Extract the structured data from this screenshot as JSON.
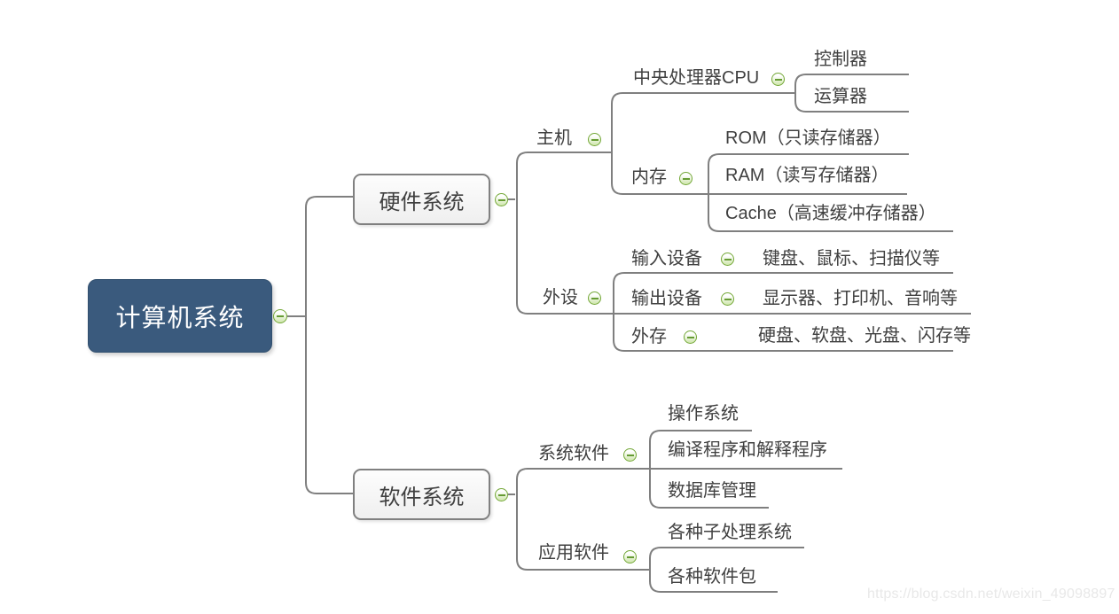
{
  "diagram_type": "mindmap",
  "watermark": "https://blog.csdn.net/weixin_49098897",
  "colors": {
    "background": "#ffffff",
    "root_fill": "#3a5a7d",
    "root_text": "#ffffff",
    "level1_fill": "#f5f5f5",
    "node_border": "#808080",
    "connector_line": "#7f7f7f",
    "text": "#404040",
    "collapse_border": "#74a838",
    "collapse_fill": "#cfe6ac",
    "collapse_glyph": "#659b33",
    "watermark_text": "#e8e8e8"
  },
  "icons": {
    "collapse": "minus-circle ⊖"
  },
  "tree": {
    "label": "计算机系统",
    "children": [
      {
        "label": "硬件系统",
        "children": [
          {
            "label": "主机",
            "children": [
              {
                "label": "中央处理器CPU",
                "children": [
                  {
                    "label": "控制器"
                  },
                  {
                    "label": "运算器"
                  }
                ]
              },
              {
                "label": "内存",
                "children": [
                  {
                    "label": "ROM（只读存储器）"
                  },
                  {
                    "label": "RAM（读写存储器）"
                  },
                  {
                    "label": "Cache（高速缓冲存储器）"
                  }
                ]
              }
            ]
          },
          {
            "label": "外设",
            "children": [
              {
                "label": "输入设备",
                "children": [
                  {
                    "label": "键盘、鼠标、扫描仪等"
                  }
                ]
              },
              {
                "label": "输出设备",
                "children": [
                  {
                    "label": "显示器、打印机、音响等"
                  }
                ]
              },
              {
                "label": "外存",
                "children": [
                  {
                    "label": "硬盘、软盘、光盘、闪存等"
                  }
                ]
              }
            ]
          }
        ]
      },
      {
        "label": "软件系统",
        "children": [
          {
            "label": "系统软件",
            "children": [
              {
                "label": "操作系统"
              },
              {
                "label": "编译程序和解释程序"
              },
              {
                "label": "数据库管理"
              }
            ]
          },
          {
            "label": "应用软件",
            "children": [
              {
                "label": "各种子处理系统"
              },
              {
                "label": "各种软件包"
              }
            ]
          }
        ]
      }
    ]
  }
}
